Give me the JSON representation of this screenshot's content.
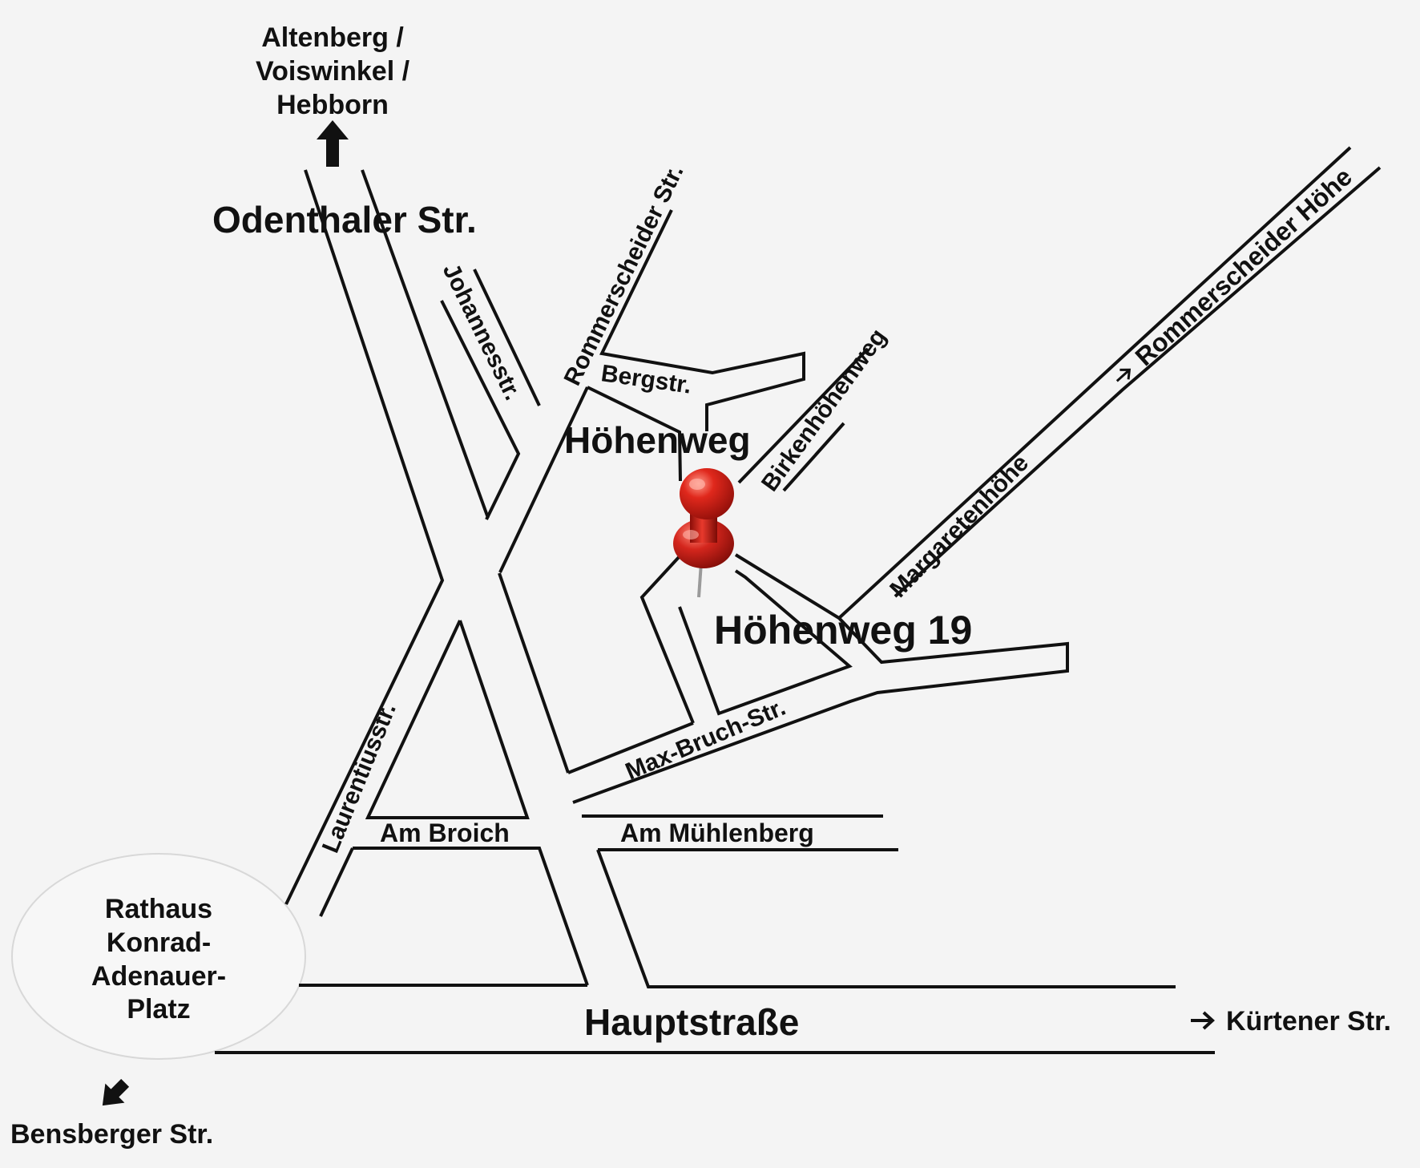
{
  "destinations": {
    "north_line1": "Altenberg /",
    "north_line2": "Voiswinkel /",
    "north_line3": "Hebborn",
    "east": "Kürtener Str.",
    "southwest": "Bensberger Str."
  },
  "streets": {
    "odenthaler": "Odenthaler Str.",
    "johannesstr": "Johannesstr.",
    "rommerscheider_str": "Rommerscheider Str.",
    "bergstr": "Bergstr.",
    "hoehenweg": "Höhenweg",
    "birkenhoehenweg": "Birkenhöhenweg",
    "rommerscheider_hoehe": "Rommerscheider Höhe",
    "margaretenhoehe": "Margaretenhöhe",
    "max_bruch": "Max-Bruch-Str.",
    "laurentiusstr": "Laurentiusstr.",
    "am_broich": "Am Broich",
    "am_muehlenberg": "Am Mühlenberg",
    "hauptstrasse": "Hauptstraße"
  },
  "landmark": {
    "line1": "Rathaus",
    "line2": "Konrad-",
    "line3": "Adenauer-",
    "line4": "Platz"
  },
  "marker": {
    "address": "Höhenweg 19",
    "icon": "push-pin-icon",
    "color": "#d4261d"
  }
}
